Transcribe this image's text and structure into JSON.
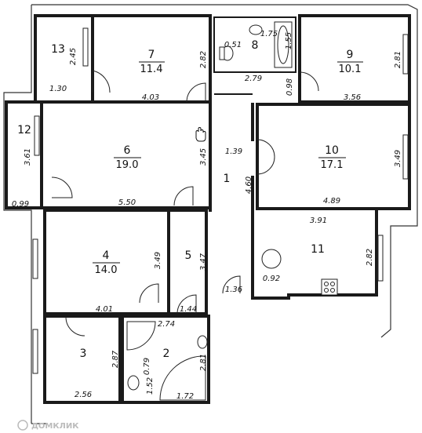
{
  "rooms": [
    {
      "number": "13",
      "area": ""
    },
    {
      "number": "7",
      "area": "11.4"
    },
    {
      "number": "8",
      "area": ""
    },
    {
      "number": "9",
      "area": "10.1"
    },
    {
      "number": "12",
      "area": ""
    },
    {
      "number": "6",
      "area": "19.0"
    },
    {
      "number": "1",
      "area": ""
    },
    {
      "number": "10",
      "area": "17.1"
    },
    {
      "number": "4",
      "area": "14.0"
    },
    {
      "number": "5",
      "area": ""
    },
    {
      "number": "11",
      "area": ""
    },
    {
      "number": "3",
      "area": ""
    },
    {
      "number": "2",
      "area": ""
    }
  ],
  "dimensions": [
    "2.45",
    "1.30",
    "2.82",
    "4.03",
    "0.51",
    "1.75",
    "1.55",
    "2.79",
    "0.98",
    "2.81",
    "3.56",
    "3.61",
    "0.99",
    "3.45",
    "5.50",
    "1.39",
    "4.60",
    "3.49",
    "4.89",
    "3.91",
    "2.82",
    "0.92",
    "3.49",
    "3.47",
    "4.01",
    "1.44",
    "1.36",
    "2.74",
    "2.87",
    "0.79",
    "2.81",
    "1.52",
    "1.72",
    "2.56"
  ],
  "watermark": "ДОМКЛИК"
}
